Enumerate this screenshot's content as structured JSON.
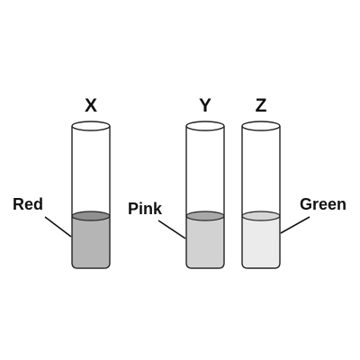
{
  "tubes": [
    {
      "id": "X",
      "label": "X",
      "solution_label": "Red",
      "liquid_color": "#b5b5b5",
      "surface_color": "#8f8f8f"
    },
    {
      "id": "Y",
      "label": "Y",
      "solution_label": "Pink",
      "liquid_color": "#d2d2d2",
      "surface_color": "#a8a8a8"
    },
    {
      "id": "Z",
      "label": "Z",
      "solution_label": "Green",
      "liquid_color": "#ebebeb",
      "surface_color": "#d6d6d6"
    }
  ]
}
